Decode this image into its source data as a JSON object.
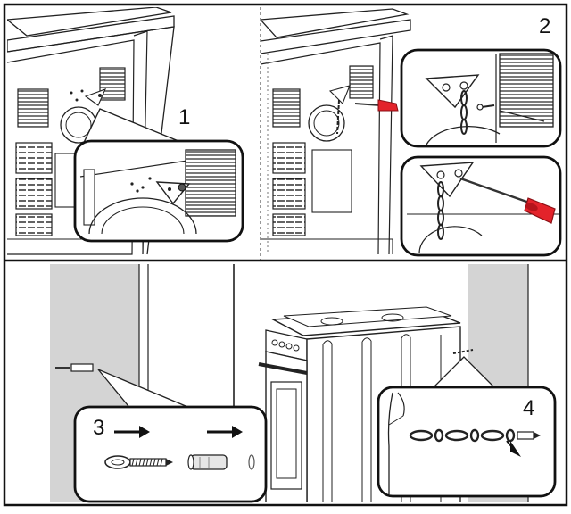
{
  "steps": {
    "s1": "1",
    "s2": "2",
    "s3": "3",
    "s4": "4"
  },
  "colors": {
    "ink": "#1a1a1a",
    "panel_gray": "#d4d4d4",
    "screwdriver_red": "#e3232b"
  },
  "icons": {
    "arrow": "right-arrow-icon",
    "chain": "chain-icon",
    "screw": "screw-icon",
    "wall_plug": "wall-plug-icon",
    "screwdriver": "screwdriver-icon"
  }
}
